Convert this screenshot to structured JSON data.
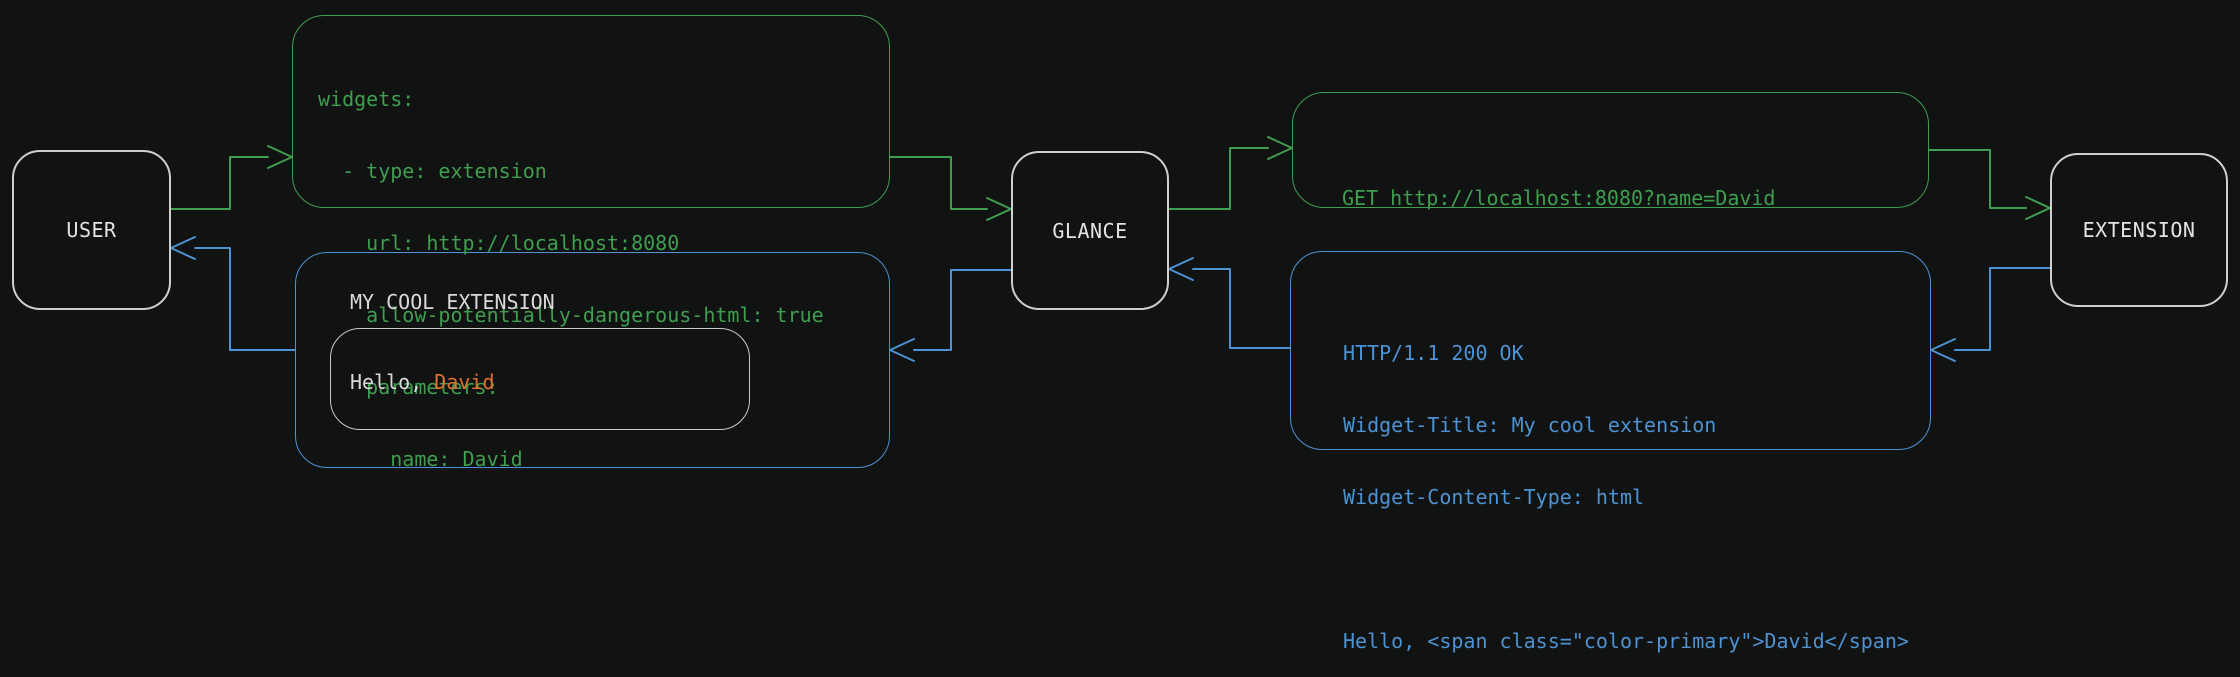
{
  "colors": {
    "background": "#111212",
    "green": "#3f9e4f",
    "blue": "#4d92d2",
    "orange": "#e0702f",
    "node_border": "#cfcfcf",
    "inner_border": "#c9c9c9",
    "text_light": "#d9d9d9",
    "node_text": "#e4e4e4"
  },
  "nodes": {
    "user": {
      "label": "USER"
    },
    "glance": {
      "label": "GLANCE"
    },
    "extension": {
      "label": "EXTENSION"
    }
  },
  "config_box": {
    "lines": [
      "widgets:",
      "  - type: extension",
      "    url: http://localhost:8080",
      "    allow-potentially-dangerous-html: true",
      "    parameters:",
      "      name: David"
    ]
  },
  "request_box": {
    "text": "GET http://localhost:8080?name=David"
  },
  "response_box": {
    "lines": [
      "HTTP/1.1 200 OK",
      "Widget-Title: My cool extension",
      "Widget-Content-Type: html",
      "",
      "Hello, <span class=\"color-primary\">David</span>"
    ]
  },
  "widget_box": {
    "title": "MY COOL EXTENSION",
    "greeting_prefix": "Hello, ",
    "greeting_name": "David"
  }
}
